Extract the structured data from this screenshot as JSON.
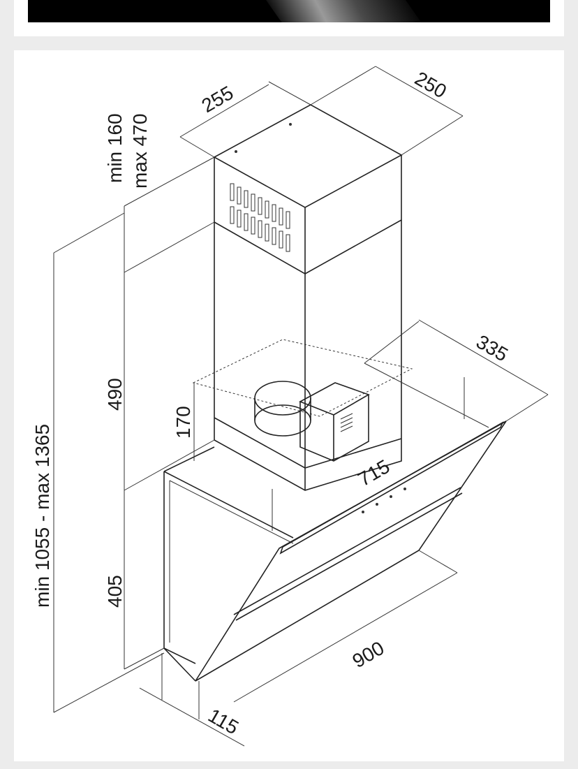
{
  "dimensions": {
    "chimney_width": "255",
    "chimney_depth": "250",
    "extension_min": "min 160",
    "extension_max": "max 470",
    "chimney_height": "490",
    "total_height": "min 1055 - max 1365",
    "motor_height": "170",
    "hood_depth": "335",
    "motor_width": "715",
    "glass_height": "405",
    "hood_width": "900",
    "glass_offset": "115"
  },
  "colors": {
    "background": "#ececec",
    "panel": "#ffffff",
    "line": "#222222",
    "banner": "#000000"
  }
}
